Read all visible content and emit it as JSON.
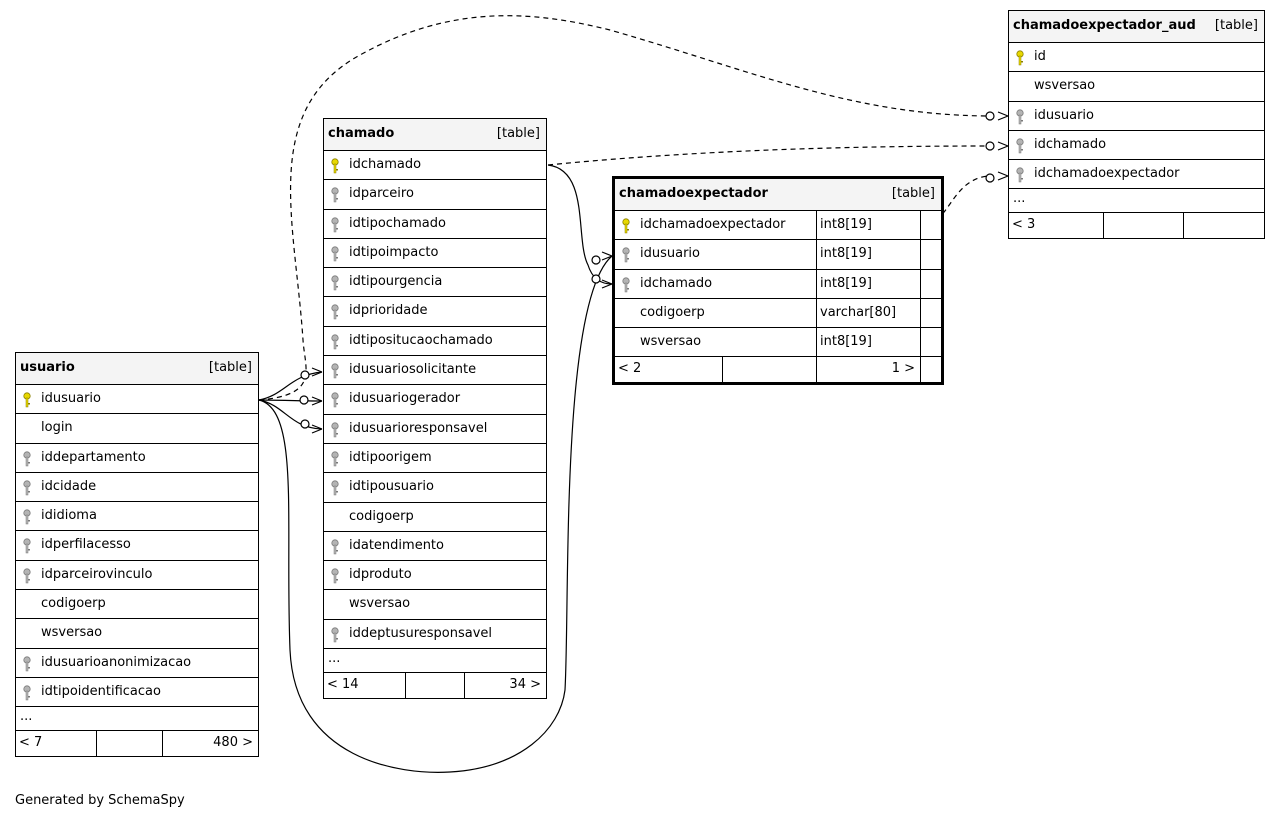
{
  "tables": {
    "usuario": {
      "name": "usuario",
      "type": "[table]",
      "columns": [
        "idusuario",
        "login",
        "iddepartamento",
        "idcidade",
        "ididioma",
        "idperfilacesso",
        "idparceirovinculo",
        "codigoerp",
        "wsversao",
        "idusuarioanonimizacao",
        "idtipoidentificacao"
      ],
      "more": "...",
      "children": "< 7",
      "rows": "480 >"
    },
    "chamado": {
      "name": "chamado",
      "type": "[table]",
      "columns": [
        "idchamado",
        "idparceiro",
        "idtipochamado",
        "idtipoimpacto",
        "idtipourgencia",
        "idprioridade",
        "idtipositucaochamado",
        "idusuariosolicitante",
        "idusuariogerador",
        "idusuarioresponsavel",
        "idtipoorigem",
        "idtipousuario",
        "codigoerp",
        "idatendimento",
        "idproduto",
        "wsversao",
        "iddeptusuresponsavel"
      ],
      "more": "...",
      "children": "< 14",
      "rows": "34 >"
    },
    "chamadoexpectador": {
      "name": "chamadoexpectador",
      "type": "[table]",
      "columns": [
        "idchamadoexpectador",
        "idusuario",
        "idchamado",
        "codigoerp",
        "wsversao"
      ],
      "types": [
        "int8[19]",
        "int8[19]",
        "int8[19]",
        "varchar[80]",
        "int8[19]"
      ],
      "children": "< 2",
      "rows": "1 >"
    },
    "chamadoexpectador_aud": {
      "name": "chamadoexpectador_aud",
      "type": "[table]",
      "columns": [
        "id",
        "wsversao",
        "idusuario",
        "idchamado",
        "idchamadoexpectador"
      ],
      "more": "...",
      "children": "< 3"
    }
  },
  "footer": {
    "credit": "Generated by SchemaSpy"
  }
}
